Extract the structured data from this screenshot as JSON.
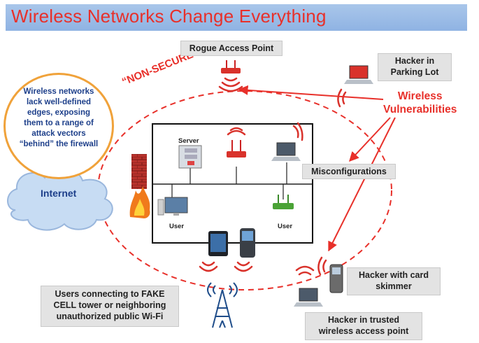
{
  "title": "Wireless Networks Change Everything",
  "rogue_ap": "Rogue Access Point",
  "hacker_parking": [
    "Hacker in",
    "Parking Lot"
  ],
  "wireless_vulnerabilities": [
    "Wireless",
    "Vulnerabilities"
  ],
  "non_secure": "“NON-SECURE”",
  "bubble_text": [
    "Wireless networks",
    "lack well-defined",
    "edges, exposing",
    "them to a range of",
    "attack vectors",
    "“behind” the firewall"
  ],
  "internet": "Internet",
  "server": "Server",
  "user_left": "User",
  "user_right": "User",
  "misconfigurations": "Misconfigurations",
  "hacker_skimmer": [
    "Hacker with card",
    "skimmer"
  ],
  "hacker_trusted": [
    "Hacker in trusted",
    "wireless access point"
  ],
  "fake_cell": [
    "Users connecting to FAKE",
    "CELL tower or neighboring",
    "unauthorized public Wi-Fi"
  ],
  "colors": {
    "accent_red": "#e8302a",
    "navy": "#1d3f8a",
    "orange": "#f0a23a",
    "title_bg": "#9bbbe6",
    "box_gray": "#e3e3e3"
  }
}
